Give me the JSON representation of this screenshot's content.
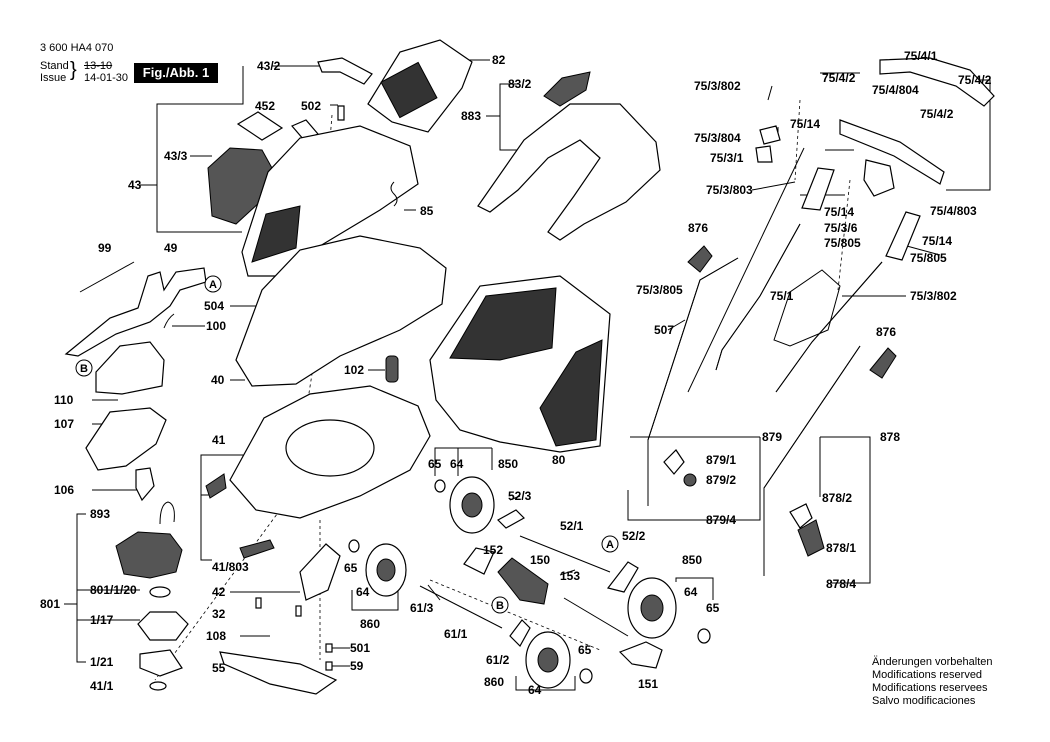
{
  "header": {
    "doc_number": "3 600 HA4 070",
    "stand_label": "Stand",
    "stand_value": "13-10",
    "issue_label": "Issue",
    "issue_value": "14-01-30",
    "figure": "Fig./Abb. 1"
  },
  "notice": [
    "Änderungen vorbehalten",
    "Modifications reserved",
    "Modifications reservees",
    "Salvo modificaciones"
  ],
  "callouts": {
    "A": "A",
    "B": "B"
  },
  "labels": {
    "l43_2": "43/2",
    "l82": "82",
    "l452": "452",
    "l502": "502",
    "l83_2": "83/2",
    "l883": "883",
    "l43_3": "43/3",
    "l43": "43",
    "l85": "85",
    "l99": "99",
    "l49": "49",
    "l504": "504",
    "l100": "100",
    "l40": "40",
    "l102": "102",
    "l110": "110",
    "l107": "107",
    "l41": "41",
    "l106": "106",
    "l893": "893",
    "l801_1_20": "801/1/20",
    "l801": "801",
    "l1_17": "1/17",
    "l1_21": "1/21",
    "l41_1": "41/1",
    "l41_803": "41/803",
    "l42": "42",
    "l32": "32",
    "l108": "108",
    "l55": "55",
    "l501": "501",
    "l59": "59",
    "l65a": "65",
    "l64a": "64",
    "l850a": "850",
    "l52_3": "52/3",
    "l80": "80",
    "l52_1": "52/1",
    "l52_2": "52/2",
    "l152": "152",
    "l150": "150",
    "l65b": "65",
    "l64b": "64",
    "l860a": "860",
    "l61_3": "61/3",
    "l153": "153",
    "l61_1": "61/1",
    "l850b": "850",
    "l64c": "64",
    "l65c": "65",
    "l61_2": "61/2",
    "l65d": "65",
    "l860b": "860",
    "l64d": "64",
    "l151": "151",
    "l75_3_802a": "75/3/802",
    "l75_3_804": "75/3/804",
    "l75_14a": "75/14",
    "l75_3_1": "75/3/1",
    "l75_3_803": "75/3/803",
    "l75_4_1": "75/4/1",
    "l75_4_2a": "75/4/2",
    "l75_4_2b": "75/4/2",
    "l75_4_804": "75/4/804",
    "l75_4_2c": "75/4/2",
    "l75_14b": "75/14",
    "l75_3_6": "75/3/6",
    "l75_805a": "75/805",
    "l75_4_803": "75/4/803",
    "l75_14c": "75/14",
    "l75_805b": "75/805",
    "l876a": "876",
    "l75_3_805": "75/3/805",
    "l75_1": "75/1",
    "l75_3_802b": "75/3/802",
    "l507": "507",
    "l876b": "876",
    "l879": "879",
    "l878": "878",
    "l879_1": "879/1",
    "l879_2": "879/2",
    "l879_4": "879/4",
    "l878_2": "878/2",
    "l878_1": "878/1",
    "l878_4": "878/4"
  }
}
